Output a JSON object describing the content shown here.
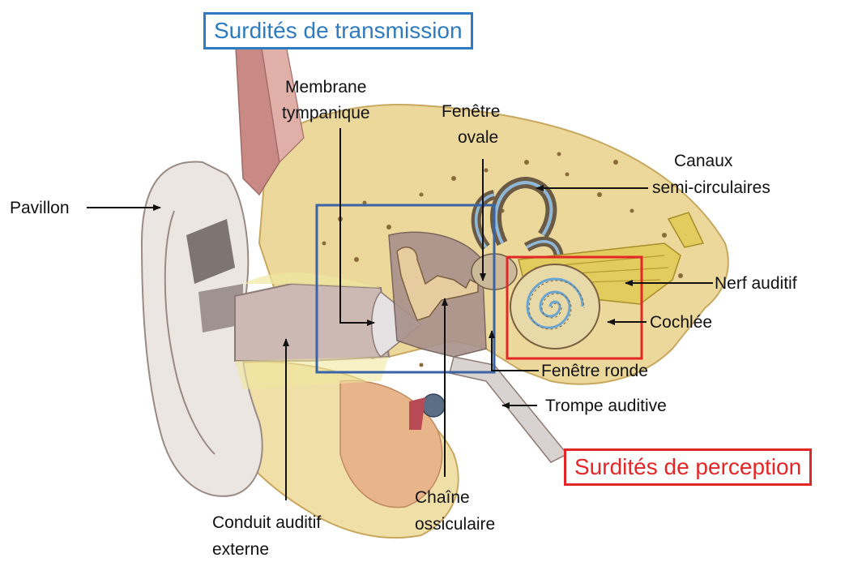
{
  "titles": {
    "transmission": "Surdités de transmission",
    "perception": "Surdités de perception"
  },
  "labels": {
    "pavillon": "Pavillon",
    "membrane_1": "Membrane",
    "membrane_2": "tympanique",
    "fenetre_ovale_1": "Fenêtre",
    "fenetre_ovale_2": "ovale",
    "canaux_1": "Canaux",
    "canaux_2": "semi-circulaires",
    "nerf": "Nerf auditif",
    "cochlee": "Cochlée",
    "fenetre_ronde": "Fenêtre ronde",
    "trompe": "Trompe auditive",
    "chaine_1": "Chaîne",
    "chaine_2": "ossiculaire",
    "conduit_1": "Conduit auditif",
    "conduit_2": "externe"
  },
  "colors": {
    "transmission": "#2e7bbf",
    "perception": "#e32626",
    "bone": "#e6cf8e",
    "skin": "#e8d9d4",
    "canal": "#c9b2ad"
  }
}
